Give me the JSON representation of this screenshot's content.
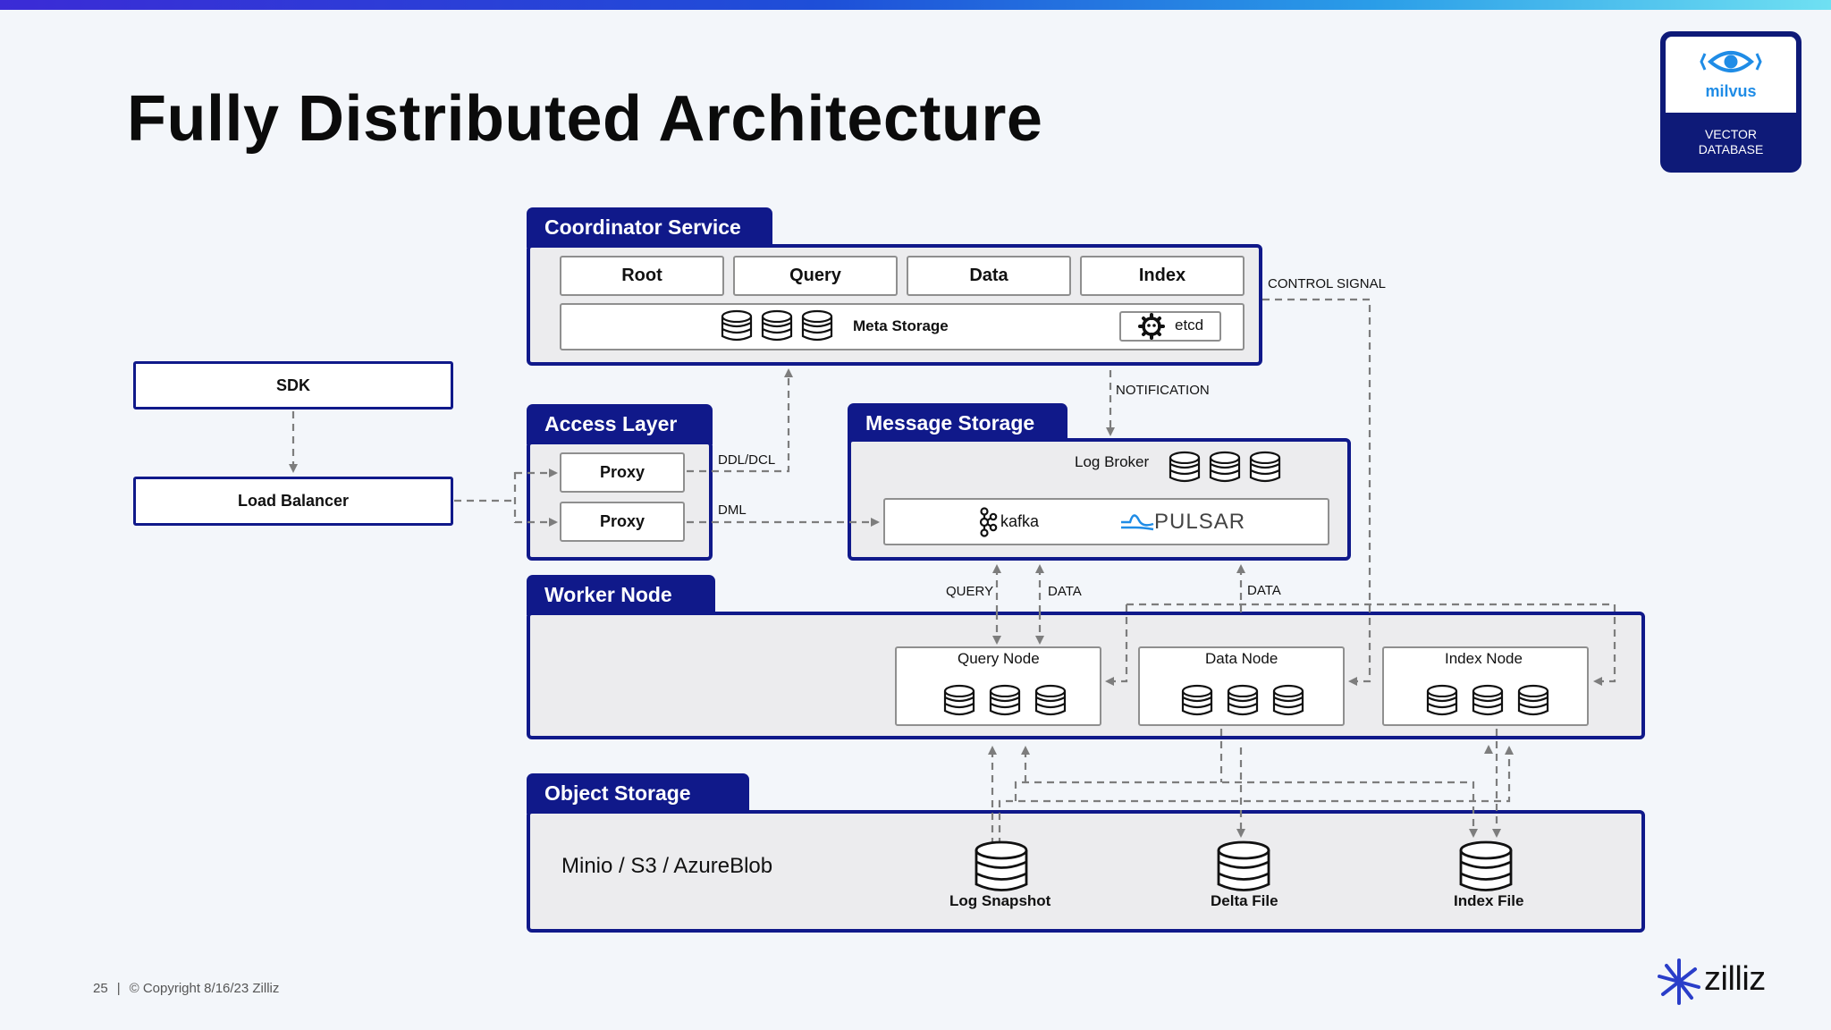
{
  "title": "Fully Distributed Architecture",
  "badge": {
    "brand": "milvus",
    "line1": "VECTOR",
    "line2": "DATABASE"
  },
  "footer": {
    "page": "25",
    "copyright": "© Copyright  8/16/23  Zilliz"
  },
  "logo": {
    "word": "zilliz"
  },
  "left": {
    "sdk": "SDK",
    "load_balancer": "Load Balancer"
  },
  "coordinator": {
    "tab": "Coordinator Service",
    "cells": [
      "Root",
      "Query",
      "Data",
      "Index"
    ],
    "meta_storage": "Meta Storage",
    "etcd": "etcd"
  },
  "access": {
    "tab": "Access Layer",
    "proxy1": "Proxy",
    "proxy2": "Proxy"
  },
  "message": {
    "tab": "Message Storage",
    "log_broker": "Log Broker",
    "kafka": "kafka",
    "pulsar": "PULSAR"
  },
  "worker": {
    "tab": "Worker Node",
    "query_node": "Query Node",
    "data_node": "Data Node",
    "index_node": "Index Node"
  },
  "object": {
    "tab": "Object Storage",
    "backends": "Minio / S3 / AzureBlob",
    "log_snapshot": "Log Snapshot",
    "delta_file": "Delta File",
    "index_file": "Index File"
  },
  "labels": {
    "control_signal": "CONTROL SIGNAL",
    "notification": "NOTIFICATION",
    "ddl_dcl": "DDL/DCL",
    "dml": "DML",
    "query": "QUERY",
    "data1": "DATA",
    "data2": "DATA"
  },
  "colors": {
    "navy": "#10198a",
    "accent": "#1f8ce6",
    "arrow": "#7d7d7d",
    "panel": "#ececee"
  }
}
